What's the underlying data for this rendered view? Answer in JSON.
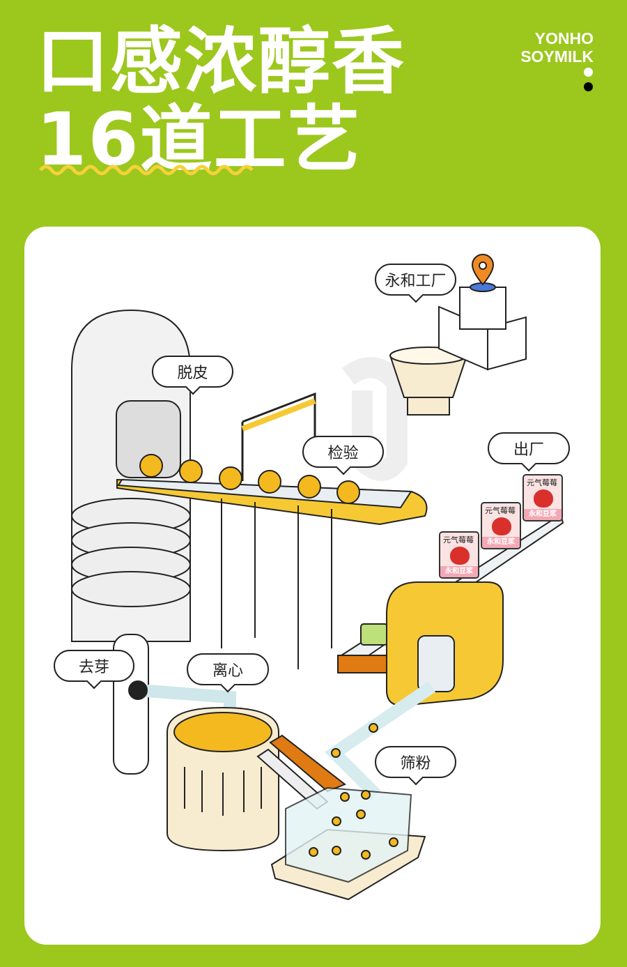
{
  "header": {
    "title_line1": "口感浓醇香",
    "title_line2": "16道工艺",
    "brand_line1": "YONHO",
    "brand_line2": "SOYMILK"
  },
  "steps": [
    "永和工厂",
    "脱皮",
    "检验",
    "出厂",
    "去芽",
    "离心",
    "筛粉"
  ],
  "product": {
    "name": "元气莓莓",
    "brand": "永和豆浆"
  },
  "colors": {
    "background": "#9cc71d",
    "accent_yellow": "#f5c93a",
    "orange": "#e07a12",
    "card": "#ffffff"
  }
}
